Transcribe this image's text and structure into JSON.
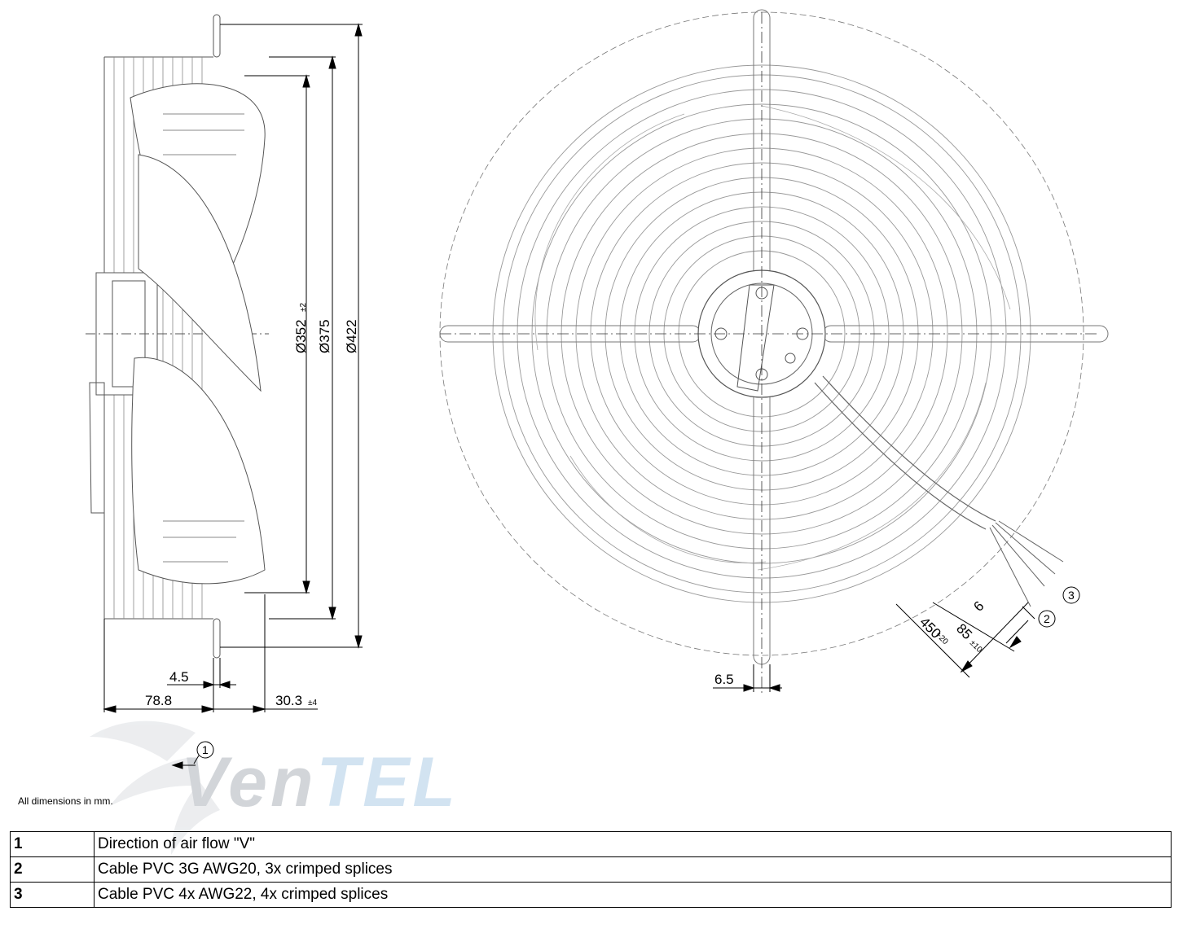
{
  "side_view": {
    "dim_d352": "Ø352",
    "dim_d352_tol": "±2",
    "dim_d375": "Ø375",
    "dim_d422": "Ø422",
    "dim_4_5": "4.5",
    "dim_78_8": "78.8",
    "dim_30_3": "30.3",
    "dim_30_3_tol": "±4",
    "callout_1": "1"
  },
  "front_view": {
    "dim_6_5": "6.5",
    "dim_6": "6",
    "dim_85": "85",
    "dim_85_tol": "±10",
    "dim_450": "450",
    "dim_450_tol": "+20",
    "callout_2": "2",
    "callout_3": "3"
  },
  "watermark": {
    "text": "VenTEL"
  },
  "note": "All dimensions in mm.",
  "legend": [
    {
      "num": "1",
      "text": "Direction of air flow \"V\""
    },
    {
      "num": "2",
      "text": "Cable PVC 3G AWG20, 3x crimped splices"
    },
    {
      "num": "3",
      "text": "Cable PVC 4x AWG22, 4x crimped splices"
    }
  ]
}
